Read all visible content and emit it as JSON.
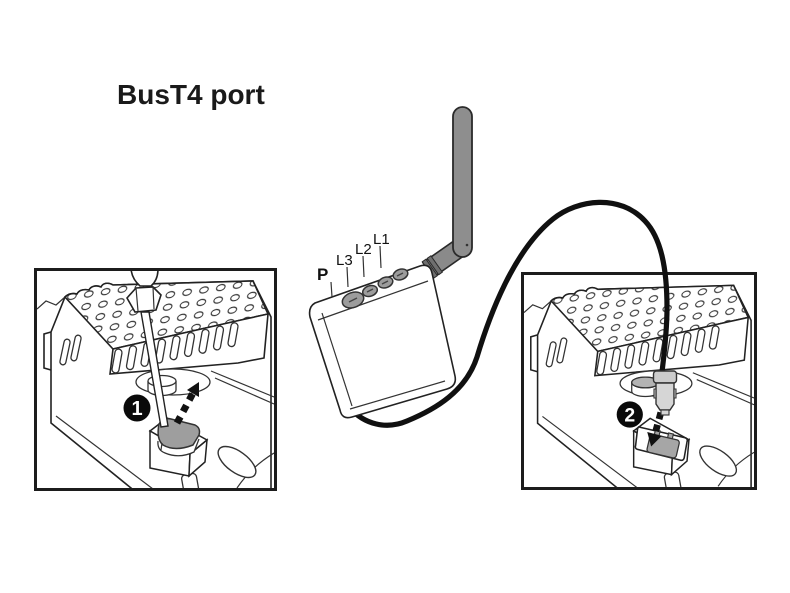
{
  "title": "BusT4 port",
  "device": {
    "button_labels": [
      {
        "id": "p",
        "text": "P"
      },
      {
        "id": "l3",
        "text": "L3"
      },
      {
        "id": "l2",
        "text": "L2"
      },
      {
        "id": "l1",
        "text": "L1"
      }
    ]
  },
  "steps": [
    {
      "number": "1"
    },
    {
      "number": "2"
    }
  ],
  "colors": {
    "outline": "#222222",
    "antenna_gray": "#8e8e8e",
    "joint_gray": "#8a8a8a",
    "ridge_gray": "#6f6f6f",
    "button_gray": "#9c9c9c",
    "cover_gray": "#9e9e9e",
    "connector_gray": "#cccccc",
    "connector_body_gray": "#d6d6d6",
    "port_gray": "#a6a6a6",
    "cylinder_gray": "#b3b3b3",
    "badge_black": "#0a0a0a",
    "cable_black": "#101010"
  }
}
